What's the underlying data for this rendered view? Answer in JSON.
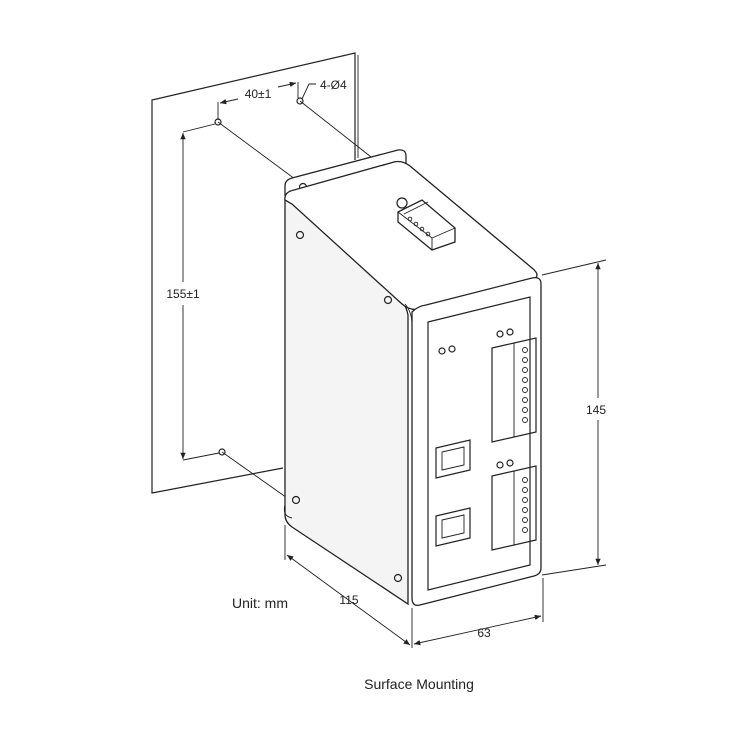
{
  "dimensions": {
    "hole_spacing": "40±1",
    "holes": "4-Ø4",
    "vertical_spacing": "155±1",
    "height": "145",
    "depth": "115",
    "width": "63"
  },
  "unit_label": "Unit: mm",
  "caption": "Surface Mounting",
  "colors": {
    "line": "#222222",
    "background": "#ffffff",
    "face_front": "#ffffff",
    "face_side": "#f4f4f4"
  }
}
